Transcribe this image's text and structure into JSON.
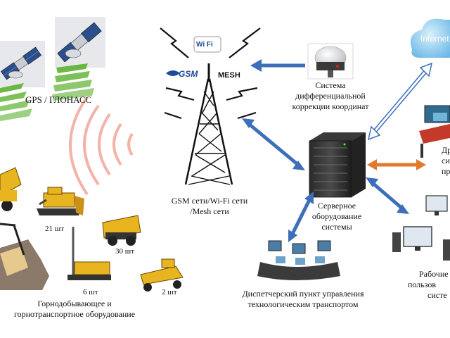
{
  "gps": {
    "label": "GPS / ГЛОНАСС"
  },
  "tower": {
    "wifi_badge": "Wi Fi",
    "gsm_badge": "GSM",
    "mesh_badge": "MESH",
    "caption": [
      "GSM сети/Wi-Fi сети",
      "/Mesh сети"
    ]
  },
  "correction": {
    "caption": [
      "Система",
      "дифференциальной",
      "коррекции координат"
    ]
  },
  "cloud": {
    "label": "Internet"
  },
  "server": {
    "caption": [
      "Серверное",
      "оборудование",
      "системы"
    ]
  },
  "dispatch": {
    "caption": [
      "Диспетчерский пункт управления",
      "технологическим  транспортом"
    ]
  },
  "equipment": {
    "counts": [
      "21 шт",
      "30 шт",
      "6 шт",
      "2 шт"
    ],
    "caption": [
      "Горнодобывающее и",
      "горнотранспортное оборудование"
    ]
  },
  "right_top": {
    "caption": [
      "Др",
      "сис",
      "пред"
    ]
  },
  "right_bottom": {
    "caption": [
      "Рабочие",
      "пользов",
      "систе"
    ]
  },
  "colors": {
    "arrow_blue": "#3d6fb8",
    "arrow_orange": "#e07a2e",
    "signal_green": "#5cb030",
    "wave_pink": "#f3b3a8",
    "cloud_blue": "#7fc3ea",
    "machine_yellow": "#e8b420"
  },
  "icons": [
    "satellite-icon",
    "cell-tower-icon",
    "wifi-icon",
    "gps-antenna-icon",
    "cloud-icon",
    "server-rack-icon",
    "workstation-icon",
    "excavator-icon",
    "bulldozer-icon",
    "dump-truck-icon",
    "drill-rig-icon",
    "grader-icon",
    "wheel-loader-icon"
  ]
}
